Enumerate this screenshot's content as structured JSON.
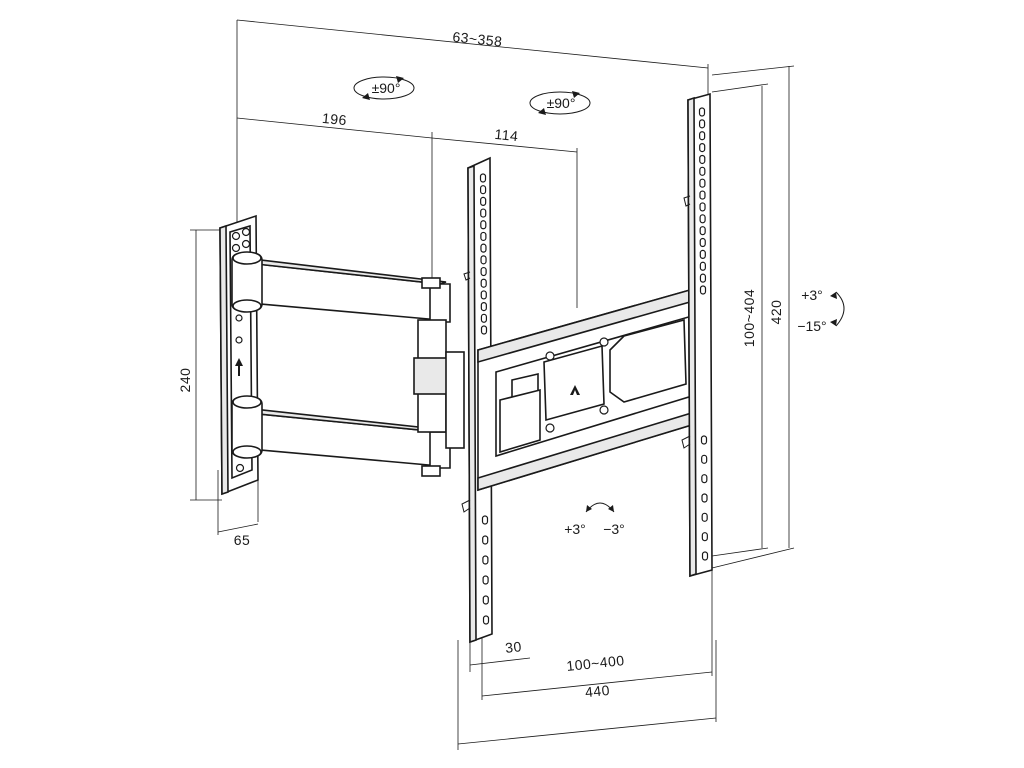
{
  "dimensions": {
    "extension": "63~358",
    "arm_first": "196",
    "arm_second": "114",
    "plate_height": "240",
    "plate_depth": "65",
    "vesa_vertical": "100~404",
    "bracket_height": "420",
    "vesa_horizontal": "100~400",
    "bracket_width": "440",
    "offset": "30"
  },
  "rotations": {
    "swivel_wall": "±90°",
    "swivel_arm": "±90°",
    "tilt_up": "+3°",
    "tilt_down": "−15°",
    "level_plus": "+3°",
    "level_minus": "−3°"
  },
  "colors": {
    "ink": "#1a1a1a",
    "part_fill": "#ffffff",
    "shade_fill": "#e9e9e9"
  }
}
